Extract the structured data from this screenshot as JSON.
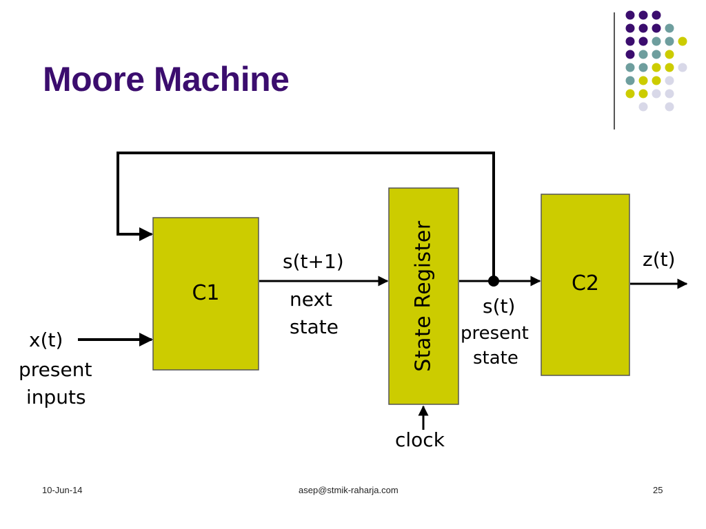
{
  "slide": {
    "title": "Moore Machine",
    "footer_date": "10-Jun-14",
    "footer_email": "asep@stmik-raharja.com",
    "page_number": "25"
  },
  "diagram": {
    "block_c1": "C1",
    "block_c2": "C2",
    "block_register": "State Register",
    "input_signal": "x(t)",
    "input_desc_line1": "present",
    "input_desc_line2": "inputs",
    "next_state_signal": "s(t+1)",
    "next_state_desc_line1": "next",
    "next_state_desc_line2": "state",
    "present_state_signal": "s(t)",
    "present_state_desc_line1": "present",
    "present_state_desc_line2": "state",
    "output_signal": "z(t)",
    "clock_label": "clock"
  },
  "colors": {
    "title": "#3b0d6e",
    "block_fill": "#cccc00",
    "dot_purple": "#3b0d6e",
    "dot_teal": "#6e9e9e",
    "dot_yellow": "#cccc00",
    "dot_lavender": "#d8d8e8"
  },
  "decoration": {
    "dot_grid": [
      [
        "purple",
        "purple",
        "purple",
        "none",
        "none"
      ],
      [
        "purple",
        "purple",
        "purple",
        "teal",
        "none"
      ],
      [
        "purple",
        "purple",
        "teal",
        "teal",
        "yellow"
      ],
      [
        "purple",
        "teal",
        "teal",
        "yellow",
        "none"
      ],
      [
        "teal",
        "teal",
        "yellow",
        "yellow",
        "lavender"
      ],
      [
        "teal",
        "yellow",
        "yellow",
        "lavender",
        "none"
      ],
      [
        "yellow",
        "yellow",
        "lavender",
        "lavender",
        "none"
      ],
      [
        "none",
        "lavender",
        "none",
        "lavender",
        "none"
      ]
    ]
  }
}
